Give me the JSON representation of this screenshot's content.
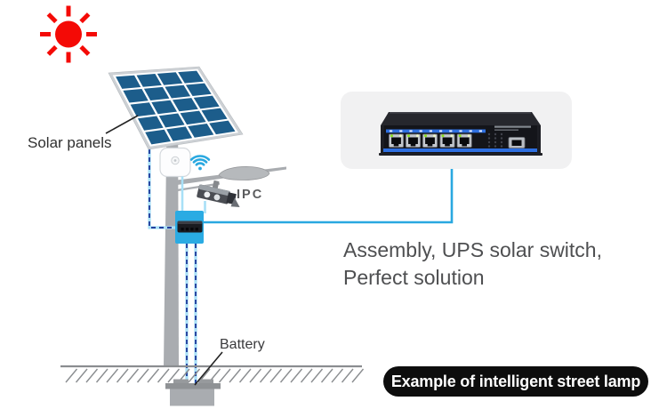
{
  "labels": {
    "solar_panels": "Solar panels",
    "ipc": "IPC",
    "battery": "Battery",
    "caption_line1": "Assembly, UPS solar switch,",
    "caption_line2": "Perfect solution",
    "badge": "Example of intelligent street lamp"
  },
  "colors": {
    "sun_red": "#f40a06",
    "panel_cell_blue": "#1c5d8b",
    "link_blue": "#29a8e0",
    "cable_light_blue": "#a8e0f7",
    "cable_dash_navy": "#24409e",
    "controller_blue": "#2aabe3",
    "switch_stripe_blue": "#2e6fe0",
    "badge_bg": "#0d0d0d",
    "caption_text": "#4e4f51",
    "metal_gray": "#a9acb0",
    "ground_gray": "#8a8d90"
  },
  "icons": {
    "sun": "sun-icon (red circle with 8 rays)",
    "wifi": "wifi-icon (blue fan arcs over dot)"
  }
}
